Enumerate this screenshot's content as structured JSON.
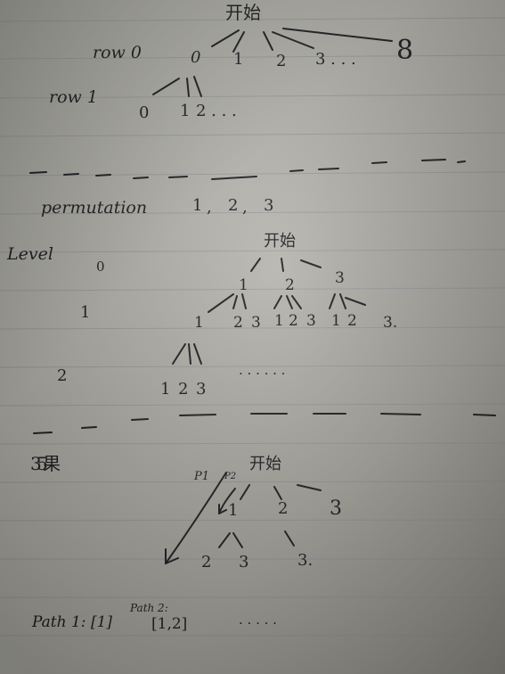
{
  "page": {
    "section1": {
      "root": "开始",
      "row0_label": "row 0",
      "row0_nodes": [
        "0",
        "1",
        "2",
        "3 . . .",
        "8"
      ],
      "row1_label": "row 1",
      "row1_nodes": [
        "0",
        "1",
        "2 . . ."
      ]
    },
    "section2": {
      "title": "permutation",
      "values": [
        "1",
        ",",
        "2",
        ",",
        "3"
      ],
      "level_label": "Level",
      "levels": [
        "0",
        "1",
        "2"
      ],
      "root": "开始",
      "level1_nodes": [
        "1",
        "2",
        "3"
      ],
      "level2_nodes": [
        "1",
        "2",
        "3",
        "1",
        "2",
        "3",
        "1",
        "2",
        "3."
      ],
      "level3_nodes": [
        "1",
        "2",
        "3"
      ],
      "level3_more": ". . . . . ."
    },
    "section3": {
      "title": "3 5 果",
      "root": "开始",
      "path_labels": [
        "P1",
        "P2"
      ],
      "level1_nodes": [
        "1",
        "2",
        "3"
      ],
      "level2_nodes": [
        "2",
        "3",
        "3."
      ],
      "path1": "Path 1: [1]",
      "path2_label": "Path 2:",
      "path2": "[1,2]",
      "path_more": ". . . . ."
    }
  }
}
